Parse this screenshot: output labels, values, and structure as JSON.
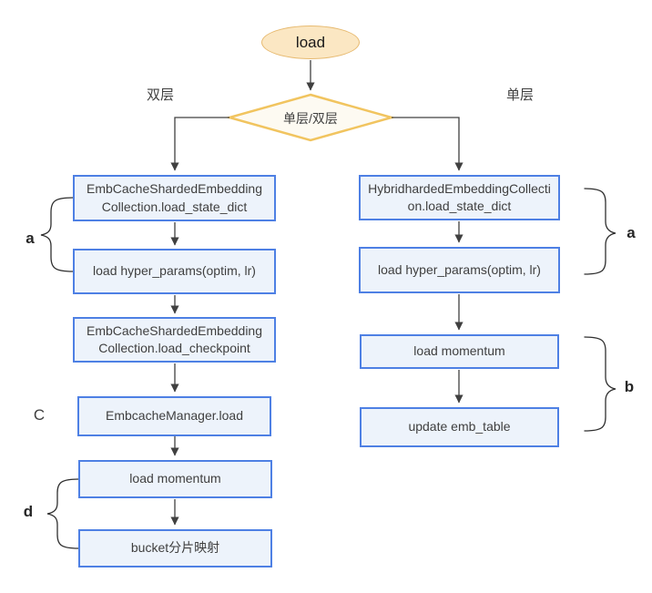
{
  "flow": {
    "start": {
      "label": "load"
    },
    "decision": {
      "label": "单层/双层"
    },
    "branches": {
      "left": {
        "header": "双层",
        "nodes": [
          "EmbCacheShardedEmbeddingCollection.load_state_dict",
          "load hyper_params(optim, lr)",
          "EmbCacheShardedEmbeddingCollection.load_checkpoint",
          "EmbcacheManager.load",
          "load momentum",
          "bucket分片映射"
        ]
      },
      "right": {
        "header": "单层",
        "nodes": [
          "HybridhardedEmbeddingCollection.load_state_dict",
          "load hyper_params(optim, lr)",
          "load momentum",
          "update emb_table"
        ]
      }
    },
    "annotations": {
      "left_a": "a",
      "left_c": "C",
      "left_d": "d",
      "right_a": "a",
      "right_b": "b"
    },
    "colors": {
      "node_fill": "#EDF3FB",
      "node_border": "#4E80E4",
      "start_fill": "#FBE7C3",
      "start_border": "#E7BA70",
      "decision_fill": "#FDFAF2",
      "decision_border": "#F1C45F",
      "connector": "#404040",
      "brace": "#2F2F2F"
    }
  }
}
